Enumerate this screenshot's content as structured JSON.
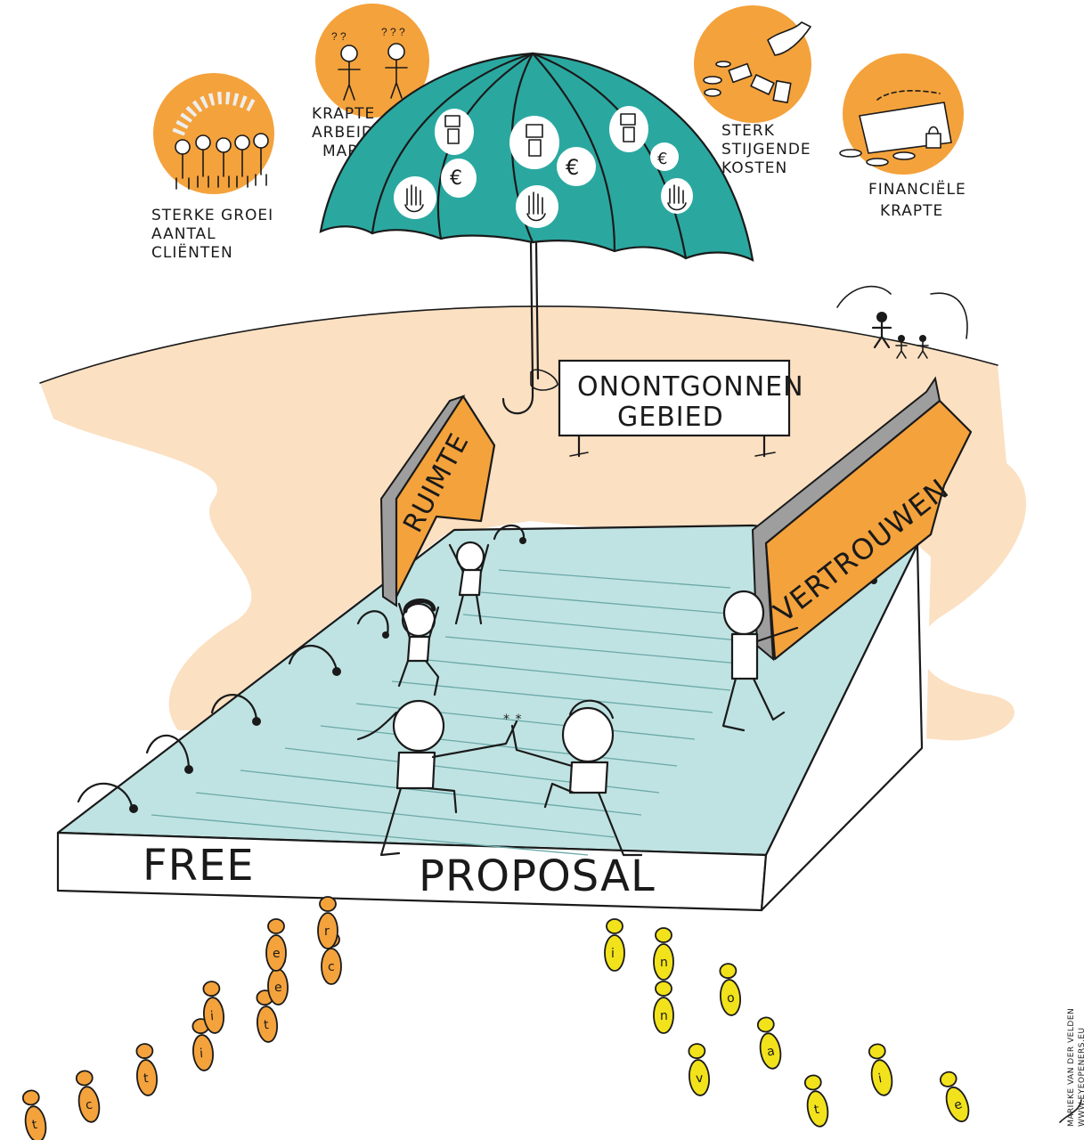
{
  "colors": {
    "orange": "#F4A23C",
    "teal": "#2AA8A0",
    "sand": "#FBE0C2",
    "platform": "#BFE3E2",
    "grey": "#9E9E9E",
    "yellow_print": "#F2E21B"
  },
  "bubbles": [
    {
      "caption_lines": [
        "STERKE GROEI",
        "AANTAL",
        "CLIËNTEN"
      ],
      "icon": "crowd-icon"
    },
    {
      "caption_lines": [
        "KRAPTE",
        "ARBEIDS-",
        "MARKT"
      ],
      "icon": "confused-people-icon"
    },
    {
      "caption_lines": [
        "STERK",
        "STIJGENDE",
        "KOSTEN"
      ],
      "icon": "money-hand-icon"
    },
    {
      "caption_lines": [
        "FINANCIËLE",
        "KRAPTE"
      ],
      "icon": "locked-wallet-icon"
    }
  ],
  "umbrella": {
    "symbols": [
      "€",
      "€",
      "€"
    ],
    "icons": [
      "robot-icon",
      "hand-icon",
      "euro-icon"
    ]
  },
  "sign_unexplored": {
    "lines": [
      "ONONTGONNEN",
      "GEBIED"
    ]
  },
  "banners": {
    "left": "RUIMTE",
    "right": "VERTROUWEN"
  },
  "platform_label": {
    "word1": "FREE",
    "word2": "PROPOSAL"
  },
  "footprints_left": [
    "t",
    "c",
    "t",
    "i",
    "t",
    "i",
    "e",
    "c",
    "e",
    "r"
  ],
  "footprints_right": [
    "i",
    "n",
    "n",
    "o",
    "v",
    "a",
    "t",
    "i",
    "e"
  ],
  "credit": {
    "line1": "MARIEKE VAN DER VELDEN",
    "line2": "WWW.EYEOPENERS.EU"
  }
}
